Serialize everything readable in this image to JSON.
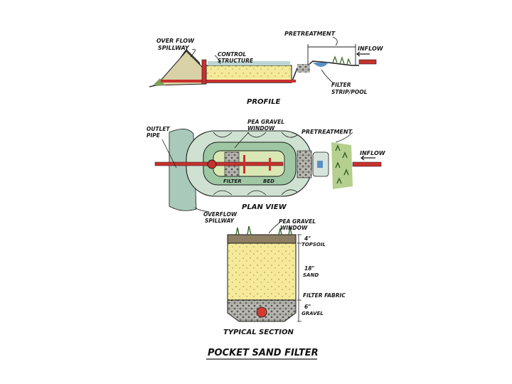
{
  "profile": {
    "title": "PROFILE",
    "labels": {
      "overflow_spillway_1": "OVER FLOW",
      "overflow_spillway_2": "SPILLWAY",
      "control_structure_1": "CONTROL",
      "control_structure_2": "STRUCTURE",
      "pretreatment": "PRETREATMENT",
      "inflow": "INFLOW",
      "filter_strip_1": "FILTER",
      "filter_strip_2": "STRIP/POOL"
    }
  },
  "plan_view": {
    "title": "PLAN VIEW",
    "labels": {
      "outlet_pipe_1": "OUTLET",
      "outlet_pipe_2": "PIPE",
      "pea_gravel_window_1": "PEA GRAVEL",
      "pea_gravel_window_2": "WINDOW",
      "pretreatment": "PRETREATMENT",
      "inflow": "INFLOW",
      "filter_bed_1": "FILTER",
      "filter_bed_2": "BED",
      "overflow_spillway_1": "OVERFLOW",
      "overflow_spillway_2": "SPILLWAY"
    }
  },
  "typical_section": {
    "title": "TYPICAL SECTION",
    "labels": {
      "pea_gravel_window_1": "PEA GRAVEL",
      "pea_gravel_window_2": "WINDOW",
      "topsoil_depth": "4\"",
      "topsoil": "TOPSOIL",
      "sand_depth": "18\"",
      "sand": "SAND",
      "filter_fabric": "FILTER FABRIC",
      "gravel_depth": "6\"",
      "gravel": "GRAVEL"
    }
  },
  "main_title": "POCKET SAND FILTER",
  "colors": {
    "ink": "#1a1a1a",
    "sand": "#f2e58a",
    "water": "#9fc7c8",
    "grass": "#7fa05a",
    "pipe_red": "#c8312e",
    "gravel": "#8c8c88"
  }
}
